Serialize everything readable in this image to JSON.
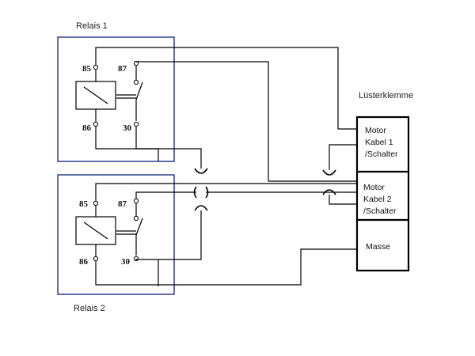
{
  "relay1": {
    "title": "Relais 1",
    "pins": {
      "p85": "85",
      "p86": "86",
      "p87": "87",
      "p30": "30"
    }
  },
  "relay2": {
    "title": "Relais 2",
    "pins": {
      "p85": "85",
      "p86": "86",
      "p87": "87",
      "p30": "30"
    }
  },
  "terminal": {
    "title": "Lüsterklemme",
    "block1": [
      "Motor",
      "Kabel 1",
      "/Schalter"
    ],
    "block2": [
      "Motor",
      "Kabel 2",
      "/Schalter"
    ],
    "block3": "Masse"
  },
  "colors": {
    "relay_frame": "#2e3f8f",
    "wire": "#000000"
  }
}
